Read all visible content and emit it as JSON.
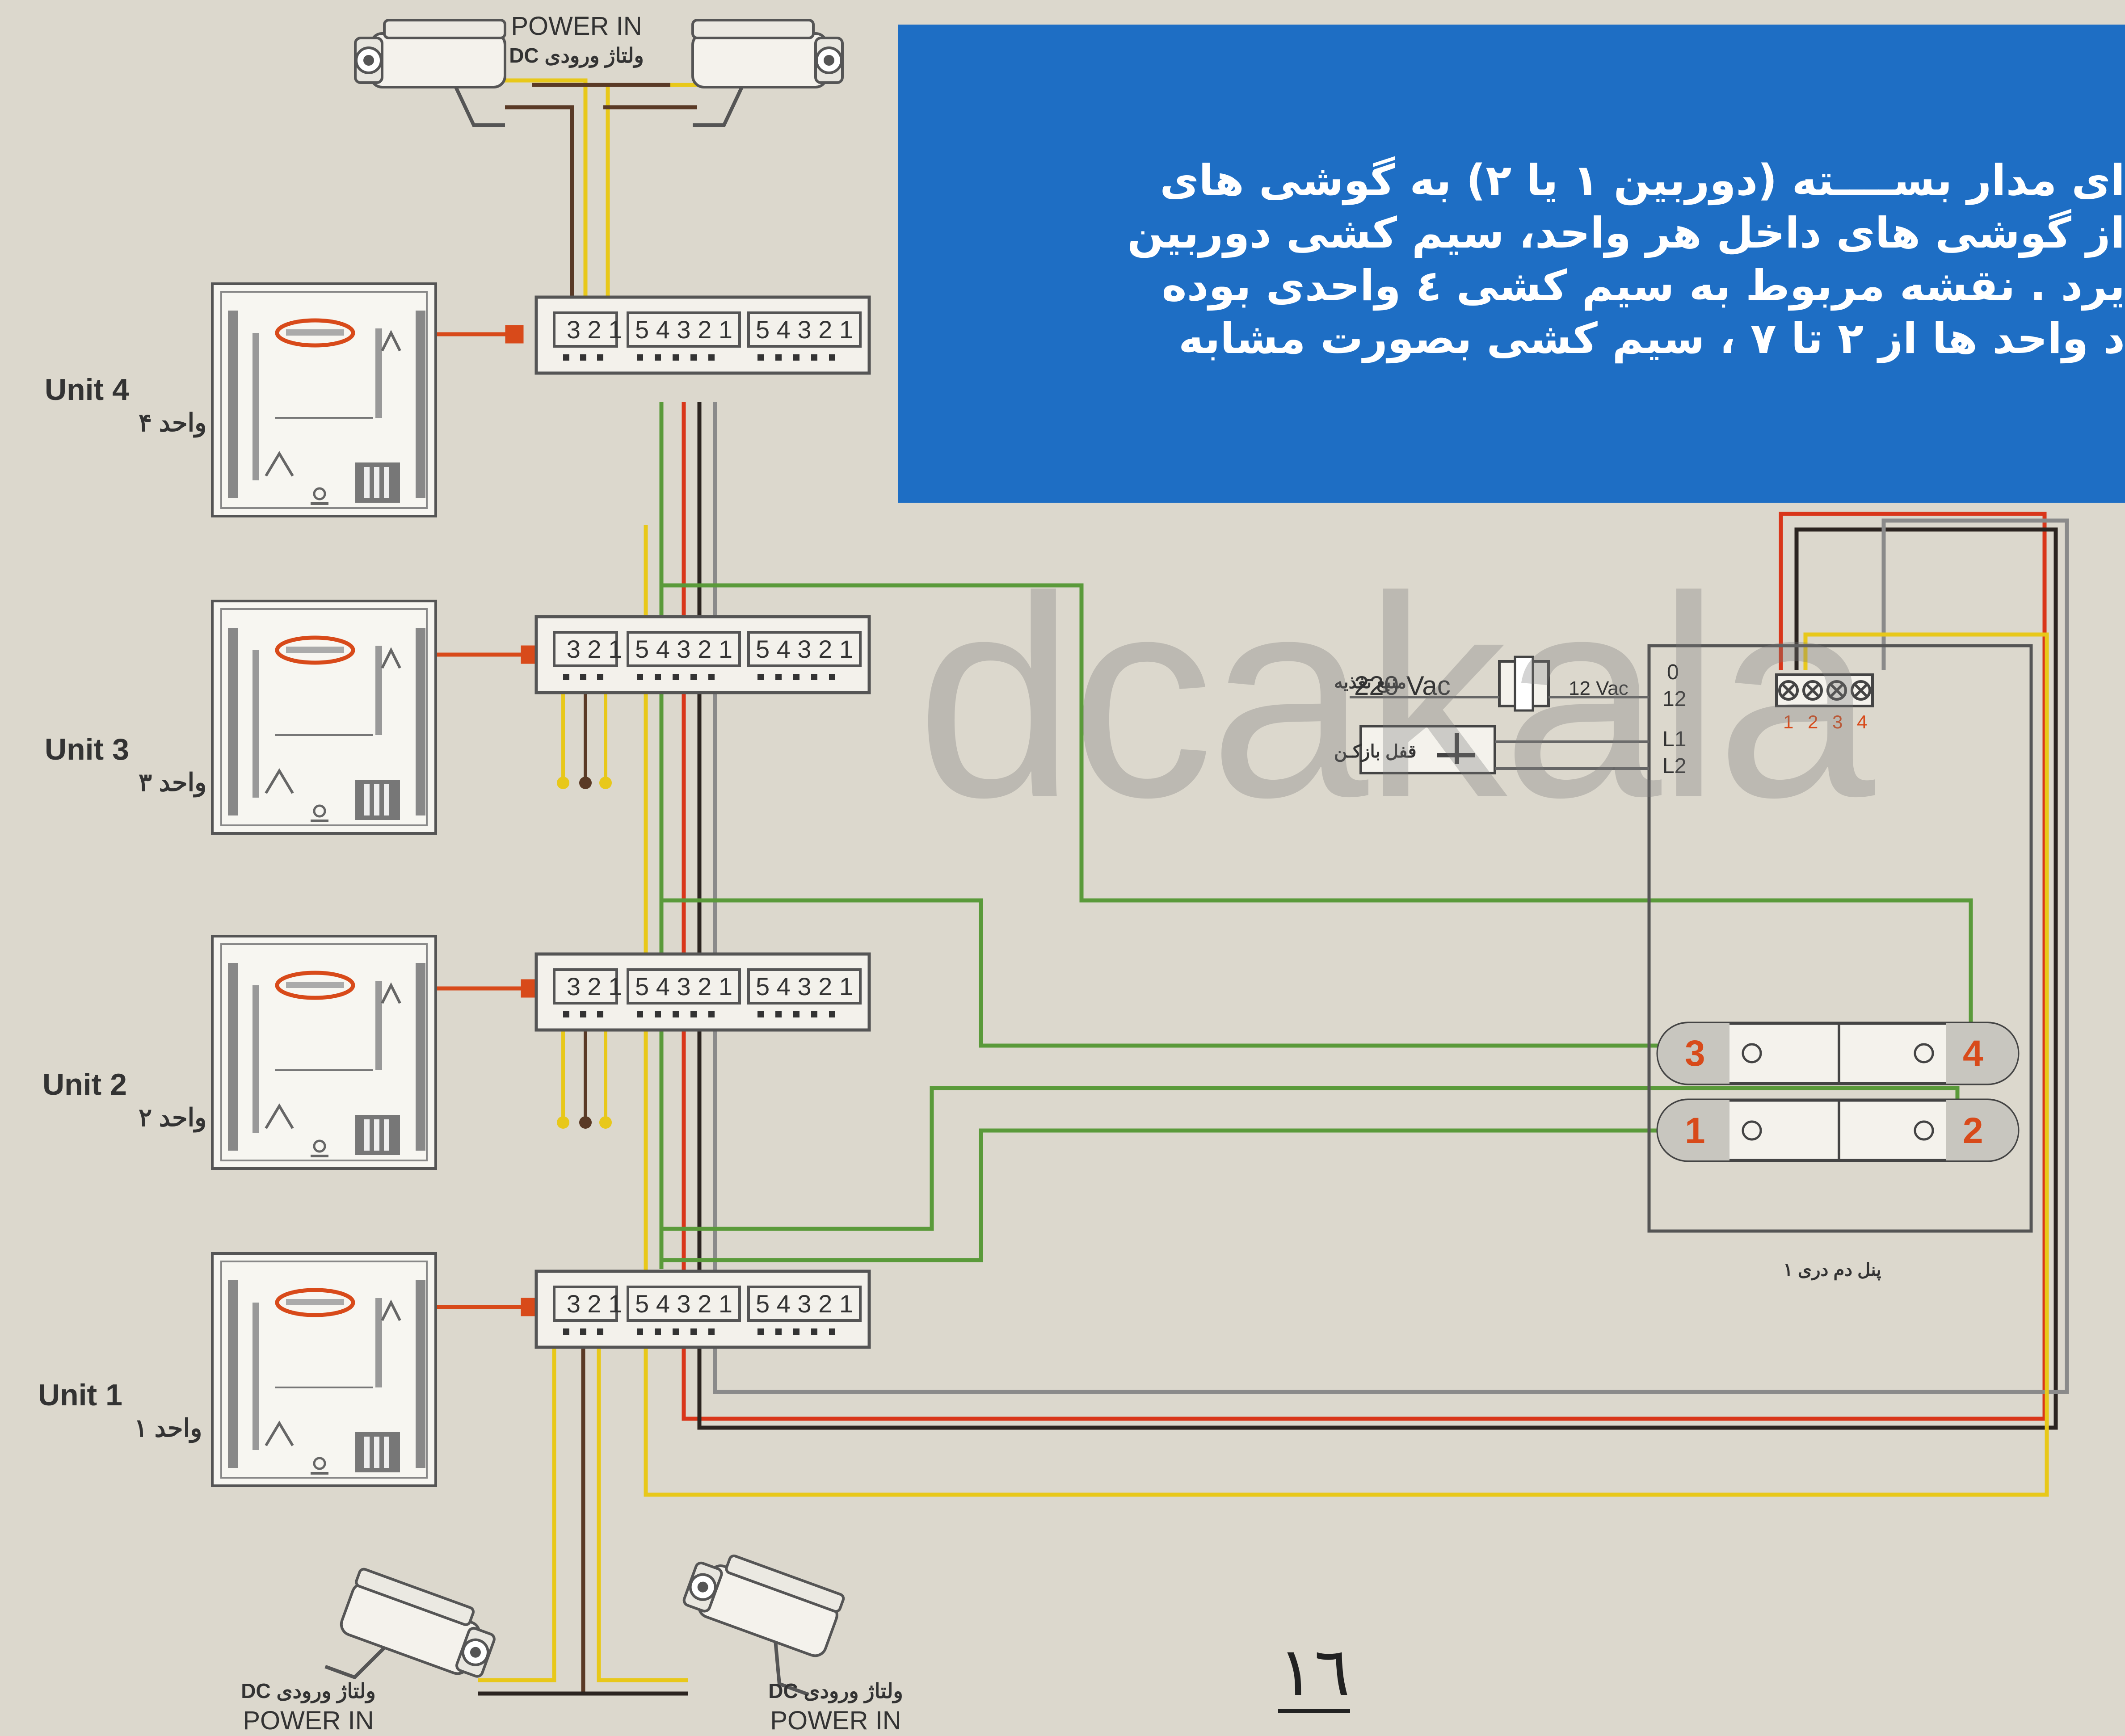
{
  "header": {
    "text_lines": [
      "ای مدار بســــته (دوربین ۱ یا ۲) به گوشی های",
      "از گوشی های داخل هر واحد، سیم کشی دوربین",
      "یرد . نقشه مربوط به سیم کشی ٤ واحدی بوده",
      "د واحد ها از ۲ تا ۷ ، سیم کشی بصورت مشابه"
    ]
  },
  "watermark": "dcakala",
  "cameras": {
    "power_label_en": "POWER IN",
    "power_label_fa": "ولتاژ ورودی DC"
  },
  "units": [
    {
      "label_en": "Unit 4",
      "label_fa": "واحد ۴"
    },
    {
      "label_en": "Unit 3",
      "label_fa": "واحد ۳"
    },
    {
      "label_en": "Unit 2",
      "label_fa": "واحد ۲"
    },
    {
      "label_en": "Unit 1",
      "label_fa": "واحد ۱"
    }
  ],
  "junction_box": {
    "group1": "3 2 1",
    "group2": "5 4 3 2 1",
    "group3": "5 4 3 2 1"
  },
  "power_supply": {
    "label_fa": "منبع تغذیه",
    "input": "220 Vac",
    "output": "12 Vac"
  },
  "lock": {
    "label_fa": "قفل بازکـن"
  },
  "panel": {
    "terminals": [
      "0",
      "12",
      "L1",
      "L2"
    ],
    "connector_numbers": [
      "1",
      "2",
      "3",
      "4"
    ],
    "label_fa": "پنل دم دری ۱",
    "buttons": [
      {
        "left": "3",
        "right": "4"
      },
      {
        "left": "1",
        "right": "2"
      }
    ]
  },
  "page_number": "١٦",
  "colors": {
    "background": "#dcd8cd",
    "blue_box": "#1e6ec4",
    "wire_yellow": "#e8c81a",
    "wire_red": "#d9361a",
    "wire_black": "#2b2420",
    "wire_brown": "#5a3a26",
    "wire_green": "#5a9a3a",
    "wire_gray": "#8a8a8a",
    "accent_orange": "#d84a1a"
  }
}
